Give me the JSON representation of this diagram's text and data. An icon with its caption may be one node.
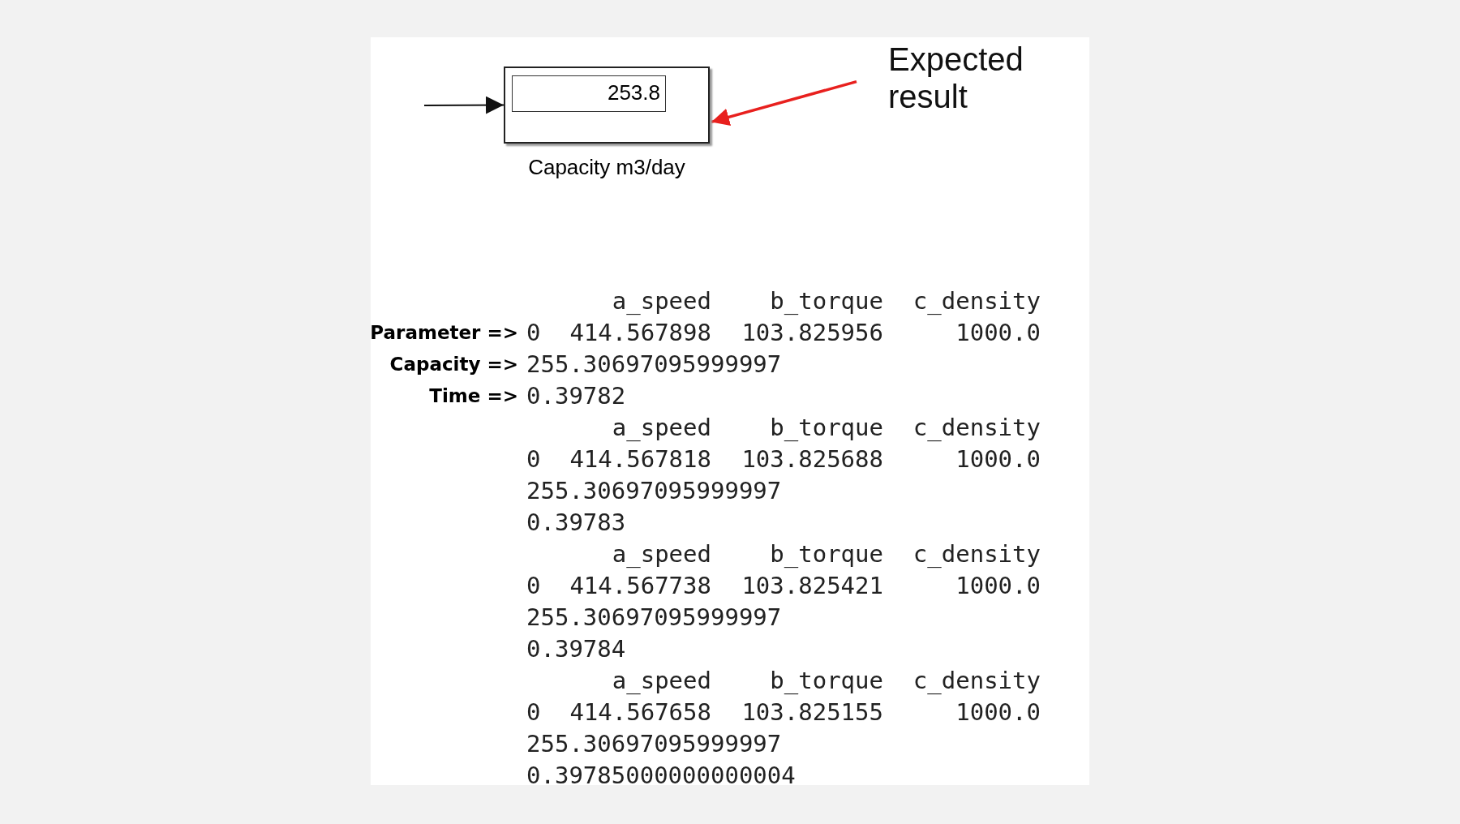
{
  "diagram": {
    "nodes": [
      {
        "text": [],
        "shape": "box",
        "beside": [
          "Capacity m3/day"
        ]
      },
      {
        "text": [
          "253.8"
        ],
        "in": 0
      },
      {
        "text": [
          "Expected result"
        ]
      }
    ],
    "edges": [
      {
        "from": null,
        "to": 0,
        "arrow": "to"
      },
      {
        "from": 2,
        "to": 0,
        "arrow": "to",
        "color": "#e8201e"
      }
    ],
    "labels": [
      "a_speed",
      "b_torque",
      "c_density",
      "Parameter =>",
      "0",
      "414.567898",
      "103.825956",
      "1000.0",
      "Capacity =>",
      "255.30697095999997",
      "Time =>",
      "0.39782",
      "a_speed",
      "b_torque",
      "c_density",
      "0",
      "414.567818",
      "103.825688",
      "1000.0",
      "255.30697095999997",
      "0.39783",
      "a_speed",
      "b_torque",
      "c_density",
      "0",
      "414.567738",
      "103.825421",
      "1000.0",
      "255.30697095999997",
      "0.39784",
      "a_speed",
      "b_torque",
      "c_density",
      "0",
      "414.567658",
      "103.825155",
      "1000.0",
      "255.30697095999997",
      "0.39785000000000004"
    ]
  }
}
